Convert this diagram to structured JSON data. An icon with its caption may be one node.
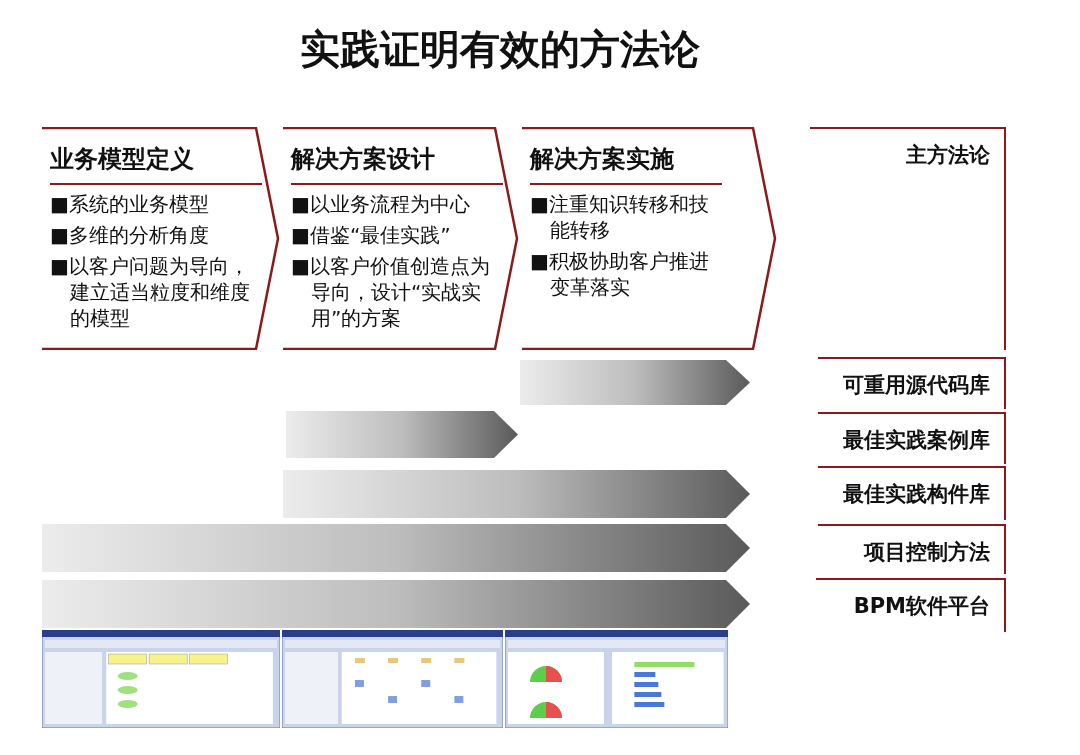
{
  "diagram": {
    "title": "实践证明有效的方法论",
    "nodes": [
      {
        "text": [
          "业务模型定义",
          "■系统的业务模型",
          "■多维的分析角度",
          "■以客户问题为导向，建立适当粒度和维度的模型"
        ]
      },
      {
        "text": [
          "解决方案设计",
          "■以业务流程为中心",
          "■借鉴“最佳实践”",
          "■以客户价值创造点为导向，设计“实战实用”的方案"
        ]
      },
      {
        "text": [
          "解决方案实施",
          "■注重知识转移和技能转移",
          "■积极协助客户推进变革落实"
        ]
      }
    ],
    "labels": [
      "主方法论",
      "可重用源代码库",
      "最佳实践案例库",
      "最佳实践构件库",
      "项目控制方法",
      "BPM软件平台"
    ]
  }
}
